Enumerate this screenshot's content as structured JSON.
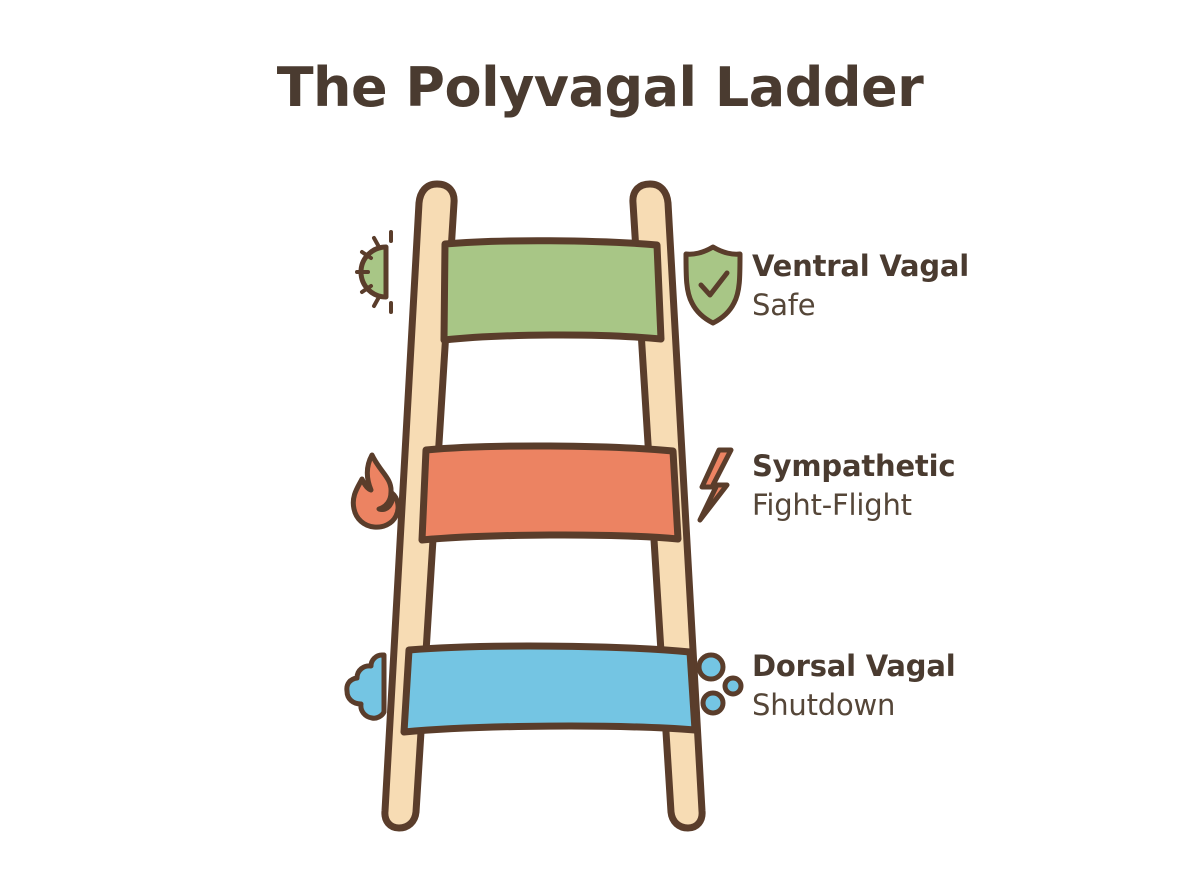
{
  "page": {
    "title": "The Polyvagal Ladder",
    "background_color": "#ffffff",
    "ink_color": "#5a3d2b",
    "text_color": "#4a3b30"
  },
  "diagram": {
    "type": "ladder",
    "name": "polyvagal-ladder",
    "rail_fill": "#f7dcb4",
    "rail_stroke": "#5a3d2b",
    "rungs": [
      {
        "id": "ventral",
        "label": "Ventral Vagal",
        "sublabel": "Safe",
        "color": "#a8c686",
        "position": "top",
        "left_icon": "sunrise-icon",
        "right_icon": "shield-check-icon"
      },
      {
        "id": "sympathetic",
        "label": "Sympathetic",
        "sublabel": "Fight-Flight",
        "color": "#ec8362",
        "position": "middle",
        "left_icon": "flame-icon",
        "right_icon": "lightning-bolt-icon"
      },
      {
        "id": "dorsal",
        "label": "Dorsal Vagal",
        "sublabel": "Shutdown",
        "color": "#74c5e3",
        "position": "bottom",
        "left_icon": "cloud-icon",
        "right_icon": "bubbles-icon"
      }
    ]
  }
}
